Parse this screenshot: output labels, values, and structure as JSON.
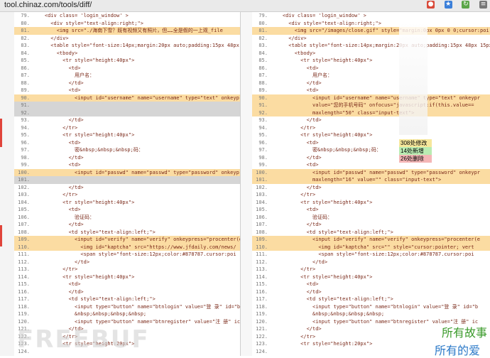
{
  "browser": {
    "url": "tool.chinaz.com/tools/diff/"
  },
  "colors": {
    "change": "#fbdca2",
    "gray": "#d5d5d5",
    "code": "#7b2a1a"
  },
  "left_lines": [
    {
      "n": "79.",
      "t": "    <div class= 'login_window' >",
      "h": ""
    },
    {
      "n": "80.",
      "t": "      <div style=\"text-align:right;\">",
      "h": ""
    },
    {
      "n": "81.",
      "t": "        <img src=\"./海南下雪？既有视频又有照片，但……全是假的一上观_file",
      "h": "change"
    },
    {
      "n": "82.",
      "t": "      </div>",
      "h": ""
    },
    {
      "n": "83.",
      "t": "      <table style=\"font-size:14px;margin:20px auto;padding:15px 48px 15px",
      "h": ""
    },
    {
      "n": "84.",
      "t": "        <tbody>",
      "h": ""
    },
    {
      "n": "85.",
      "t": "          <tr style=\"height:40px\">",
      "h": ""
    },
    {
      "n": "86.",
      "t": "            <td>",
      "h": ""
    },
    {
      "n": "87.",
      "t": "              用户名：",
      "h": ""
    },
    {
      "n": "88.",
      "t": "            </td>",
      "h": ""
    },
    {
      "n": "89.",
      "t": "            <td>",
      "h": ""
    },
    {
      "n": "90.",
      "t": "              <input id=\"username\" name=\"username\" type=\"text\" onkeypr",
      "h": "change"
    },
    {
      "n": "91.",
      "t": "",
      "h": "gray"
    },
    {
      "n": "92.",
      "t": "",
      "h": "gray"
    },
    {
      "n": "93.",
      "t": "            </td>",
      "h": ""
    },
    {
      "n": "94.",
      "t": "          </tr>",
      "h": ""
    },
    {
      "n": "95.",
      "t": "          <tr style=\"height:40px\">",
      "h": ""
    },
    {
      "n": "96.",
      "t": "            <td>",
      "h": ""
    },
    {
      "n": "97.",
      "t": "              密&nbsp;&nbsp;&nbsp;码：",
      "h": ""
    },
    {
      "n": "98.",
      "t": "            </td>",
      "h": ""
    },
    {
      "n": "99.",
      "t": "            <td>",
      "h": ""
    },
    {
      "n": "100.",
      "t": "              <input id=\"passwd\" name=\"passwd\" type=\"password\" onkeypr",
      "h": "change"
    },
    {
      "n": "101.",
      "t": "",
      "h": "gray"
    },
    {
      "n": "102.",
      "t": "            </td>",
      "h": ""
    },
    {
      "n": "103.",
      "t": "          </tr>",
      "h": ""
    },
    {
      "n": "104.",
      "t": "          <tr style=\"height:40px\">",
      "h": ""
    },
    {
      "n": "105.",
      "t": "            <td>",
      "h": ""
    },
    {
      "n": "106.",
      "t": "              验证码：",
      "h": ""
    },
    {
      "n": "107.",
      "t": "            </td>",
      "h": ""
    },
    {
      "n": "108.",
      "t": "            <td style=\"text-align:left;\">",
      "h": ""
    },
    {
      "n": "109.",
      "t": "              <input id=\"verify\" name=\"verify\" onkeypress=\"procenter(e",
      "h": "change"
    },
    {
      "n": "110.",
      "t": "                <img id=\"kaptcha\" src=\"https://www.jfdaily.com/news/",
      "h": "change"
    },
    {
      "n": "111.",
      "t": "                <span style=\"font-size:12px;color:#878787.cursor:poi",
      "h": ""
    },
    {
      "n": "112.",
      "t": "              </td>",
      "h": ""
    },
    {
      "n": "113.",
      "t": "          </tr>",
      "h": ""
    },
    {
      "n": "114.",
      "t": "          <tr style=\"height:40px\">",
      "h": ""
    },
    {
      "n": "115.",
      "t": "            <td>",
      "h": ""
    },
    {
      "n": "116.",
      "t": "            </td>",
      "h": ""
    },
    {
      "n": "117.",
      "t": "            <td style=\"text-align:left;\">",
      "h": ""
    },
    {
      "n": "118.",
      "t": "              <input type=\"button\" name=\"btnlogin\" value=\"登 录\" id=\"b",
      "h": ""
    },
    {
      "n": "119.",
      "t": "              &nbsp;&nbsp;&nbsp;&nbsp;",
      "h": ""
    },
    {
      "n": "120.",
      "t": "              <input type=\"button\" name=\"btnregister\" value=\"注 册\" ic",
      "h": ""
    },
    {
      "n": "121.",
      "t": "            </td>",
      "h": ""
    },
    {
      "n": "122.",
      "t": "          </tr>",
      "h": ""
    },
    {
      "n": "123.",
      "t": "          <tr style=\"height:20px\">",
      "h": ""
    },
    {
      "n": "124.",
      "t": "",
      "h": ""
    }
  ],
  "right_lines": [
    {
      "n": "79.",
      "t": "    <div class= 'login_window' >",
      "h": ""
    },
    {
      "n": "80.",
      "t": "      <div style=\"text-align:right;\">",
      "h": ""
    },
    {
      "n": "81.",
      "t": "        <img src=\"/images/close.gif\" style=\"margin:0px 0px 0 0;cursor:poi",
      "h": "change"
    },
    {
      "n": "82.",
      "t": "      </div>",
      "h": ""
    },
    {
      "n": "83.",
      "t": "      <table style=\"font-size:14px;margin:20px auto;padding:15px 48px 15px",
      "h": ""
    },
    {
      "n": "84.",
      "t": "        <tbody>",
      "h": ""
    },
    {
      "n": "85.",
      "t": "          <tr style=\"height:40px\">",
      "h": ""
    },
    {
      "n": "86.",
      "t": "            <td>",
      "h": ""
    },
    {
      "n": "87.",
      "t": "              用户名：",
      "h": ""
    },
    {
      "n": "88.",
      "t": "            </td>",
      "h": ""
    },
    {
      "n": "89.",
      "t": "            <td>",
      "h": ""
    },
    {
      "n": "90.",
      "t": "              <input id=\"username\" name=\"username\" type=\"text\" onkeypr",
      "h": "change"
    },
    {
      "n": "91.",
      "t": "              value=\"您的手机号码\" onfocus=\"javascript:if(this.value==",
      "h": "change"
    },
    {
      "n": "92.",
      "t": "              maxlength=\"50\" class=\"input-text\">",
      "h": "change"
    },
    {
      "n": "93.",
      "t": "            </td>",
      "h": ""
    },
    {
      "n": "94.",
      "t": "          </tr>",
      "h": ""
    },
    {
      "n": "95.",
      "t": "          <tr style=\"height:40px\">",
      "h": ""
    },
    {
      "n": "96.",
      "t": "            <td>",
      "h": ""
    },
    {
      "n": "97.",
      "t": "              密&nbsp;&nbsp;&nbsp;码：",
      "h": ""
    },
    {
      "n": "98.",
      "t": "            </td>",
      "h": ""
    },
    {
      "n": "99.",
      "t": "            <td>",
      "h": ""
    },
    {
      "n": "100.",
      "t": "              <input id=\"passwd\" name=\"passwd\" type=\"password\" onkeypr",
      "h": "change"
    },
    {
      "n": "101.",
      "t": "              maxlength=\"16\" value=\"\" class=\"input-text\">",
      "h": "change"
    },
    {
      "n": "102.",
      "t": "            </td>",
      "h": ""
    },
    {
      "n": "103.",
      "t": "          </tr>",
      "h": ""
    },
    {
      "n": "104.",
      "t": "          <tr style=\"height:40px\">",
      "h": ""
    },
    {
      "n": "105.",
      "t": "            <td>",
      "h": ""
    },
    {
      "n": "106.",
      "t": "              验证码：",
      "h": ""
    },
    {
      "n": "107.",
      "t": "            </td>",
      "h": ""
    },
    {
      "n": "108.",
      "t": "            <td style=\"text-align:left;\">",
      "h": ""
    },
    {
      "n": "109.",
      "t": "              <input id=\"verify\" name=\"verify\" onkeypress=\"procenter(e",
      "h": "change"
    },
    {
      "n": "110.",
      "t": "                <img id=\"kaptcha\" src=\"\" style=\"cursor:pointer; vert",
      "h": "change"
    },
    {
      "n": "111.",
      "t": "                <span style=\"font-size:12px;color:#878787.cursor:poi",
      "h": ""
    },
    {
      "n": "112.",
      "t": "              </td>",
      "h": ""
    },
    {
      "n": "113.",
      "t": "          </tr>",
      "h": ""
    },
    {
      "n": "114.",
      "t": "          <tr style=\"height:40px\">",
      "h": ""
    },
    {
      "n": "115.",
      "t": "            <td>",
      "h": ""
    },
    {
      "n": "116.",
      "t": "            </td>",
      "h": ""
    },
    {
      "n": "117.",
      "t": "            <td style=\"text-align:left;\">",
      "h": ""
    },
    {
      "n": "118.",
      "t": "              <input type=\"button\" name=\"btnlogin\" value=\"登 录\" id=\"b",
      "h": ""
    },
    {
      "n": "119.",
      "t": "              &nbsp;&nbsp;&nbsp;&nbsp;",
      "h": ""
    },
    {
      "n": "120.",
      "t": "              <input type=\"button\" name=\"btnregister\" value=\"注 册\" ic",
      "h": ""
    },
    {
      "n": "121.",
      "t": "            </td>",
      "h": ""
    },
    {
      "n": "122.",
      "t": "          </tr>",
      "h": ""
    },
    {
      "n": "123.",
      "t": "          <tr style=\"height:20px\">",
      "h": ""
    },
    {
      "n": "124.",
      "t": "",
      "h": ""
    }
  ],
  "popup": [
    {
      "text": "308处修改",
      "color": "#f6e79b"
    },
    {
      "text": "14处新增",
      "color": "#b9ecb2"
    },
    {
      "text": "26处删除",
      "color": "#f4b6b6"
    }
  ],
  "watermark": {
    "left": "FREEBUF",
    "green": "所有故事",
    "blue": "所有的爱"
  }
}
